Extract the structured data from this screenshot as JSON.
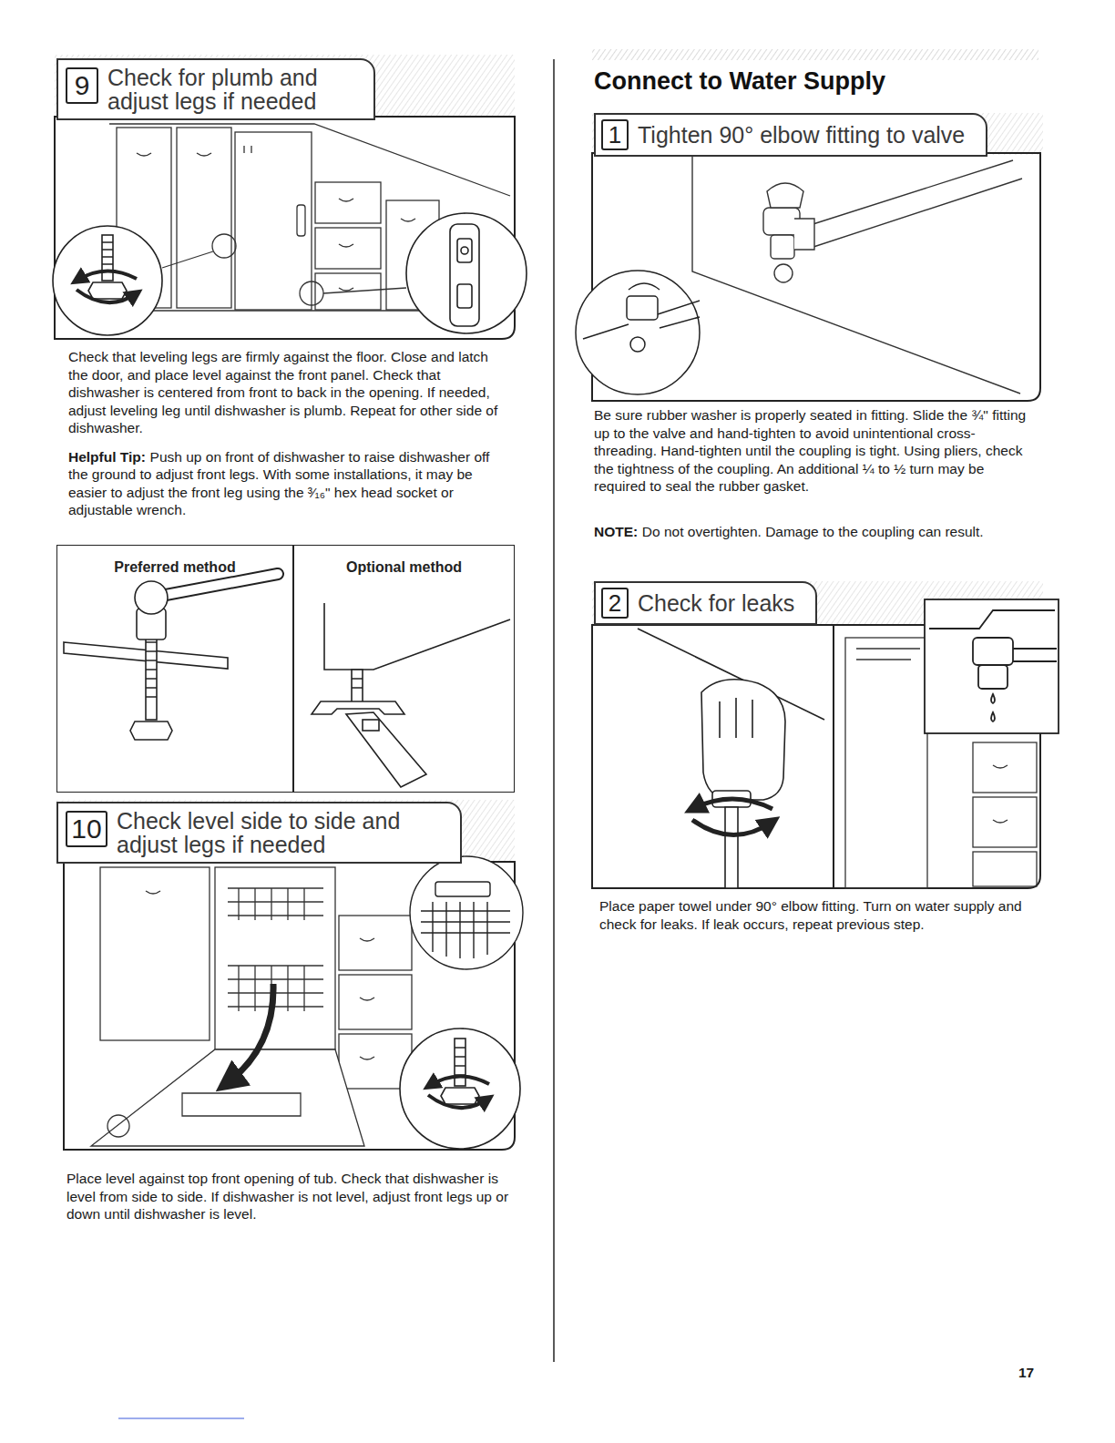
{
  "diagram": {
    "title": "Connect to Water Supply",
    "nodes": [
      {
        "text": [
          "Check for plumb and adjust legs if needed"
        ]
      },
      {
        "text": [
          "9"
        ],
        "in": 0
      },
      {
        "text": [
          "Preferred method"
        ]
      },
      {
        "text": [
          "Optional method"
        ]
      },
      {
        "text": [
          "Check level side to side and adjust legs if needed"
        ]
      },
      {
        "text": [
          "10"
        ],
        "in": 4
      },
      {
        "text": [
          "Tighten 90° elbow fitting to valve"
        ]
      },
      {
        "text": [
          "1"
        ],
        "in": 6
      },
      {
        "text": [
          "Check for leaks"
        ]
      },
      {
        "text": [
          "2"
        ],
        "in": 8
      }
    ],
    "labels": [
      "Check that leveling legs are firmly against the floor. Close and latch the door, and place level against the front panel. Check that dishwasher is centered from front to back in the opening. If needed, adjust leveling leg until dishwasher is plumb. Repeat for other side of dishwasher.",
      "Helpful Tip:",
      "Push up on front of dishwasher to raise dishwasher off the ground to adjust front legs. With some installations, it may be easier to adjust the front leg using the ³⁄₁₆\" hex head socket or adjustable wrench.",
      "Place level against top front opening of tub. Check that dishwasher is level from side to side. If dishwasher is not level, adjust front legs up or down until dishwasher is level.",
      "Be sure rubber washer is properly seated in fitting. Slide the ¾\" fitting up to the valve and hand-tighten to avoid unintentional cross-threading. Hand-tighten until the coupling is tight. Using pliers, check the tightness of the coupling. An additional ¼ to ½ turn may be required to seal the rubber gasket.",
      "NOTE:",
      "Do not overtighten. Damage to the coupling can result.",
      "Place paper towel under 90° elbow fitting. Turn on water supply and check for leaks. If leak occurs, repeat previous step.",
      "17"
    ]
  }
}
